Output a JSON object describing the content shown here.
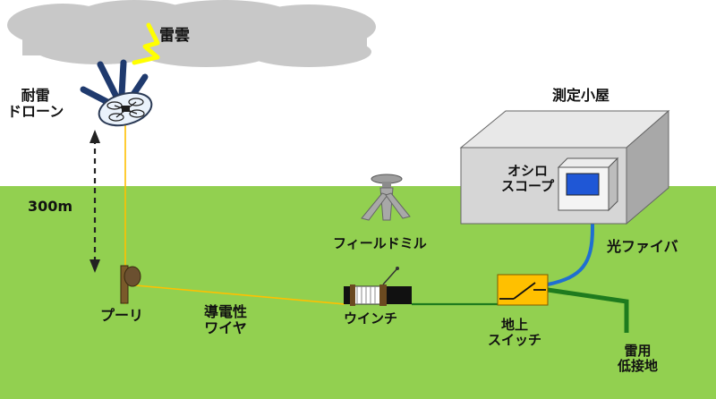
{
  "labels": {
    "thundercloud": "雷雲",
    "drone_line1": "耐雷",
    "drone_line2": "ドローン",
    "distance": "300m",
    "hut": "測定小屋",
    "oscope_line1": "オシロ",
    "oscope_line2": "スコープ",
    "fieldmill": "フィールドミル",
    "fiber": "光ファイバ",
    "pulley": "プーリ",
    "wire_line1": "導電性",
    "wire_line2": "ワイヤ",
    "winch": "ウインチ",
    "switch_line1": "地上",
    "switch_line2": "スイッチ",
    "ground_line1": "雷用",
    "ground_line2": "低接地"
  },
  "colors": {
    "sky": "#ffffff",
    "grass": "#92d050",
    "cloud": "#c8c8c8",
    "lightning": "#ffff00",
    "conductive_wire": "#ffc000",
    "fiber": "#1f6fd1",
    "ground_wire": "#1e7b1e",
    "switch_box": "#ffc000",
    "hut_front": "#d6d6d6",
    "hut_top": "#e8e8e8",
    "hut_side": "#a8a8a8",
    "screen": "#1f57d6",
    "drone_arms": "#1f3a6e",
    "pulley": "#7a5a2a"
  }
}
